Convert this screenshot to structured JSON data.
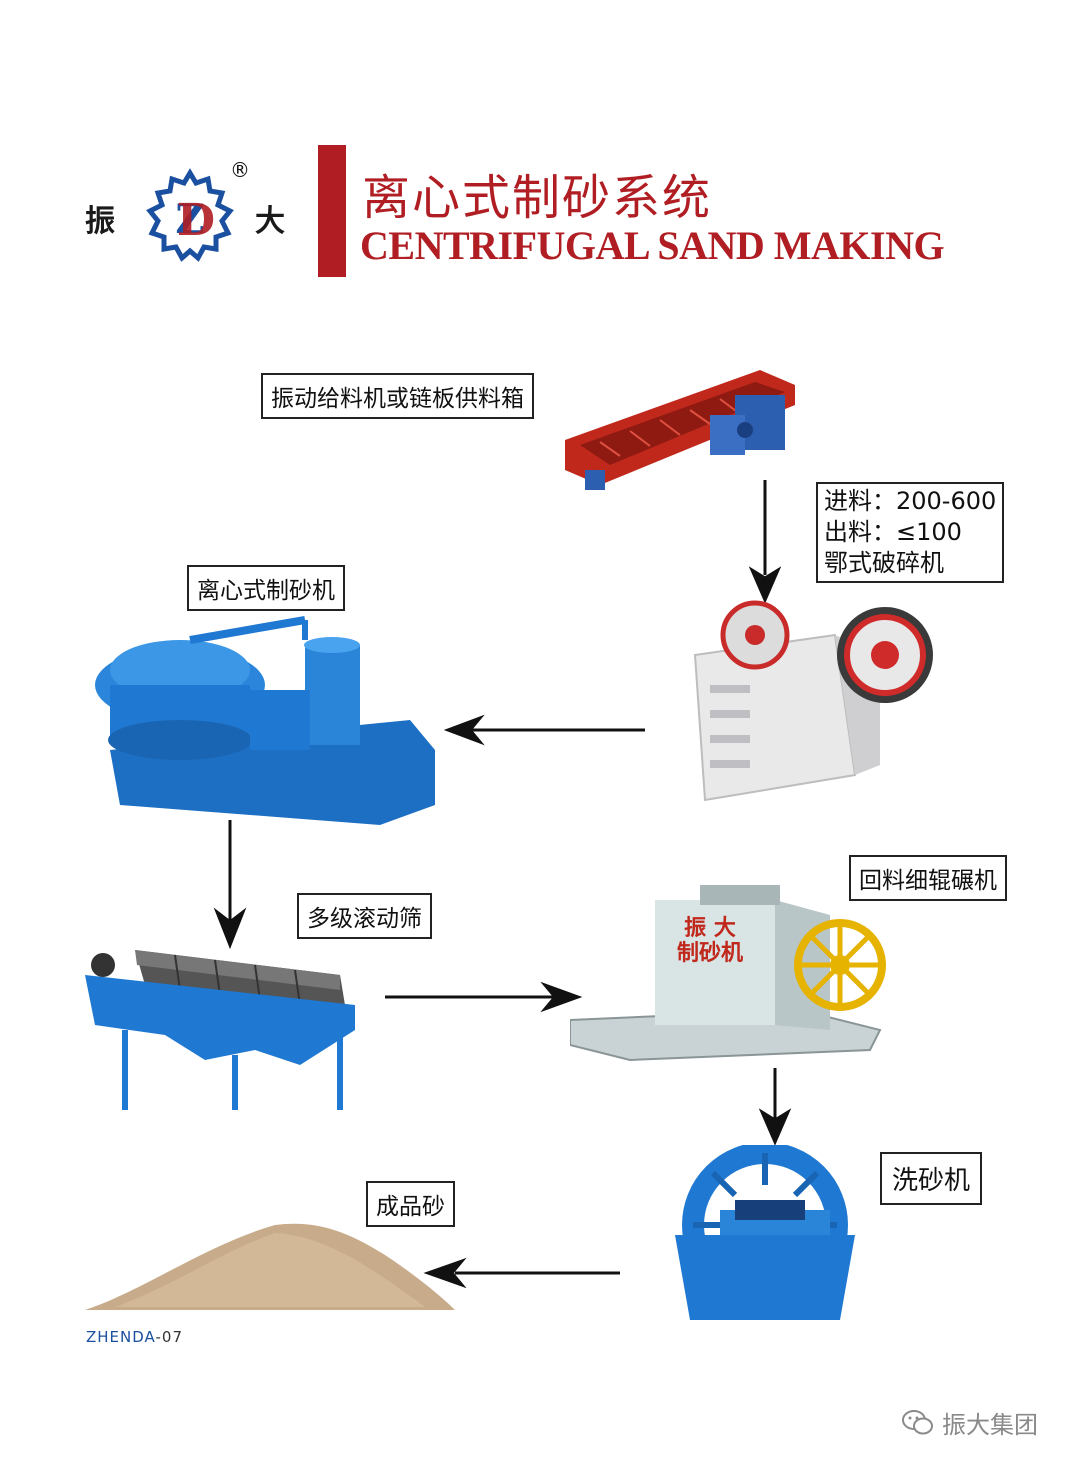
{
  "header": {
    "logo_left": "振",
    "logo_right": "大",
    "logo_letters": "ZD",
    "registered": "®",
    "title_cn": "离心式制砂系统",
    "title_en": "CENTRIFUGAL SAND MAKING"
  },
  "labels": {
    "feeder": "振动给料机或链板供料箱",
    "centrifugal": "离心式制砂机",
    "screen": "多级滚动筛",
    "roller": "回料细辊碾机",
    "washer": "洗砂机",
    "product": "成品砂"
  },
  "jaw_spec": {
    "line1": "进料：200-600",
    "line2": "出料：≤100",
    "line3": "鄂式破碎机"
  },
  "roller_machine_text": {
    "top": "振  大",
    "middle": "制砂机"
  },
  "footer": {
    "code_prefix": "ZHENDA",
    "code_suffix": "-07",
    "watermark": "振大集团"
  },
  "colors": {
    "brand_red": "#b01e23",
    "machine_blue": "#1f78d1",
    "feeder_red": "#c0281c",
    "logo_blue": "#1b4fa0"
  }
}
